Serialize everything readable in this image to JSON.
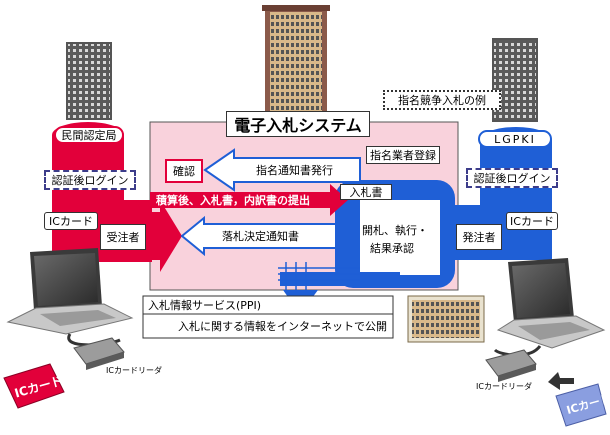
{
  "title": "電子入札システム",
  "example_label": "指名競争入札の例",
  "left": {
    "authority": "民間認定局",
    "login": "認証後ログイン",
    "ic_card": "ICカード",
    "contractor": "受注者",
    "card_label": "ICカード",
    "reader_label": "ICカードリーダ"
  },
  "right": {
    "authority": "LGPKI",
    "login": "認証後ログイン",
    "ic_card": "ICカード",
    "client": "発注者",
    "card_label": "ICカード",
    "reader_label": "ICカードリーダ"
  },
  "center": {
    "confirm": "確認",
    "designation_issue": "指名通知書発行",
    "registered_vendors": "指名業者登録",
    "bid_box": "入札書",
    "submission": "積算後、入札書，内訳書の提出",
    "open_lines": [
      "開札、執行・",
      "結果承認"
    ],
    "award_notice": "落札決定通知書"
  },
  "ppi": {
    "title": "入札情報サービス(PPI)",
    "desc": "入札に関する情報をインターネットで公開"
  },
  "colors": {
    "pink": "#f9d2dc",
    "red": "#e2003a",
    "blue": "#1f5fd6",
    "card_blue": "#8a9ee0"
  }
}
